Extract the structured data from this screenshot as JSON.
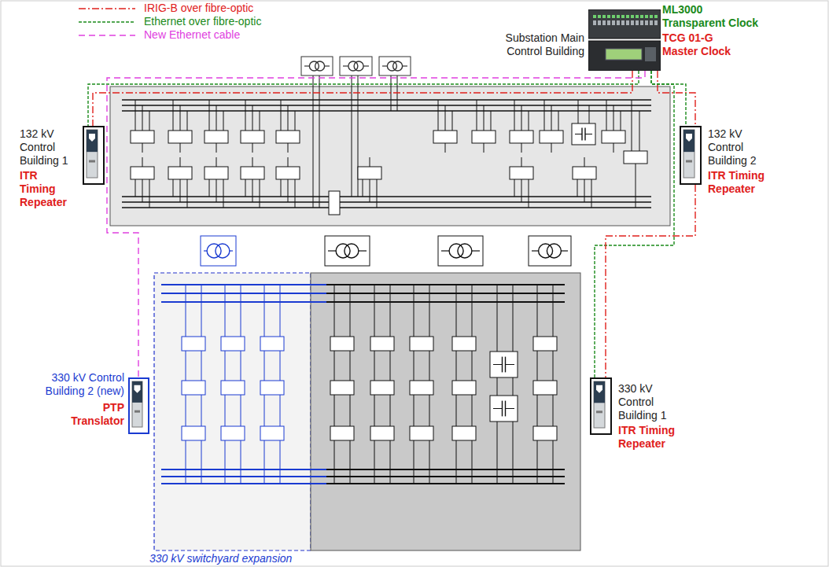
{
  "diagram": {
    "nodes": [
      {
        "text": [
          "Substation Main Control Building",
          "ML3000 Transparent Clock",
          "TCG 01-G Master Clock"
        ]
      },
      {
        "text": [
          "132 kV Control Building 1",
          "ITR Timing Repeater"
        ]
      },
      {
        "text": [
          "132 kV Control Building 2",
          "ITR Timing Repeater"
        ]
      },
      {
        "text": [
          "330 kV Control Building 2 (new)",
          "PTP Translator"
        ]
      },
      {
        "text": [
          "330 kV Control Building 1",
          "ITR Timing Repeater"
        ]
      }
    ],
    "edges": [
      {
        "from": 0,
        "to": 1,
        "arrow": "none"
      },
      {
        "from": 0,
        "to": 1,
        "arrow": "none"
      },
      {
        "from": 0,
        "to": 2,
        "arrow": "none"
      },
      {
        "from": 0,
        "to": 2,
        "arrow": "none"
      },
      {
        "from": 0,
        "to": 4,
        "arrow": "none"
      },
      {
        "from": 2,
        "to": 4,
        "arrow": "none"
      },
      {
        "from": 0,
        "to": 3,
        "arrow": "none"
      }
    ],
    "labels": [
      "330 kV switchyard expansion"
    ],
    "legend": [
      {
        "text": "IRIG-B over fibre-optic"
      },
      {
        "text": "Ethernet over fibre-optic"
      },
      {
        "text": "New Ethernet cable"
      }
    ]
  }
}
